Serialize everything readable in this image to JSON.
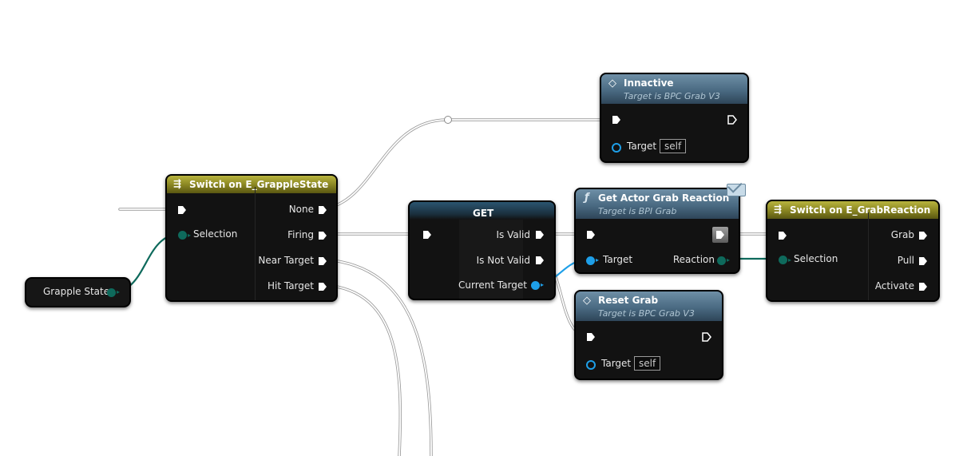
{
  "nodes": {
    "inactive": {
      "title": "Innactive",
      "subtitle": "Target is BPC Grab V3",
      "target_label": "Target",
      "target_value": "self"
    },
    "switch_grapple": {
      "title": "Switch on E_GrappleState",
      "selection_label": "Selection",
      "outputs": [
        "None",
        "Firing",
        "Near Target",
        "Hit Target"
      ]
    },
    "grapple_state": {
      "label": "Grapple State"
    },
    "get": {
      "title": "GET",
      "outputs": [
        "Is Valid",
        "Is Not Valid",
        "Current Target"
      ]
    },
    "get_actor_grab_reaction": {
      "title": "Get Actor Grab Reaction",
      "subtitle": "Target is BPI Grab",
      "target_label": "Target",
      "reaction_label": "Reaction"
    },
    "reset_grab": {
      "title": "Reset Grab",
      "subtitle": "Target is BPC Grab V3",
      "target_label": "Target",
      "target_value": "self"
    },
    "switch_grab_reaction": {
      "title": "Switch on E_GrabReaction",
      "selection_label": "Selection",
      "outputs": [
        "Grab",
        "Pull",
        "Activate"
      ]
    }
  },
  "colors": {
    "exec_wire": "#ffffff",
    "enum_wire": "#0e6a5c",
    "object_wire": "#1e9fe8",
    "blue_header": "#4a6a82",
    "olive_header": "#878321"
  }
}
